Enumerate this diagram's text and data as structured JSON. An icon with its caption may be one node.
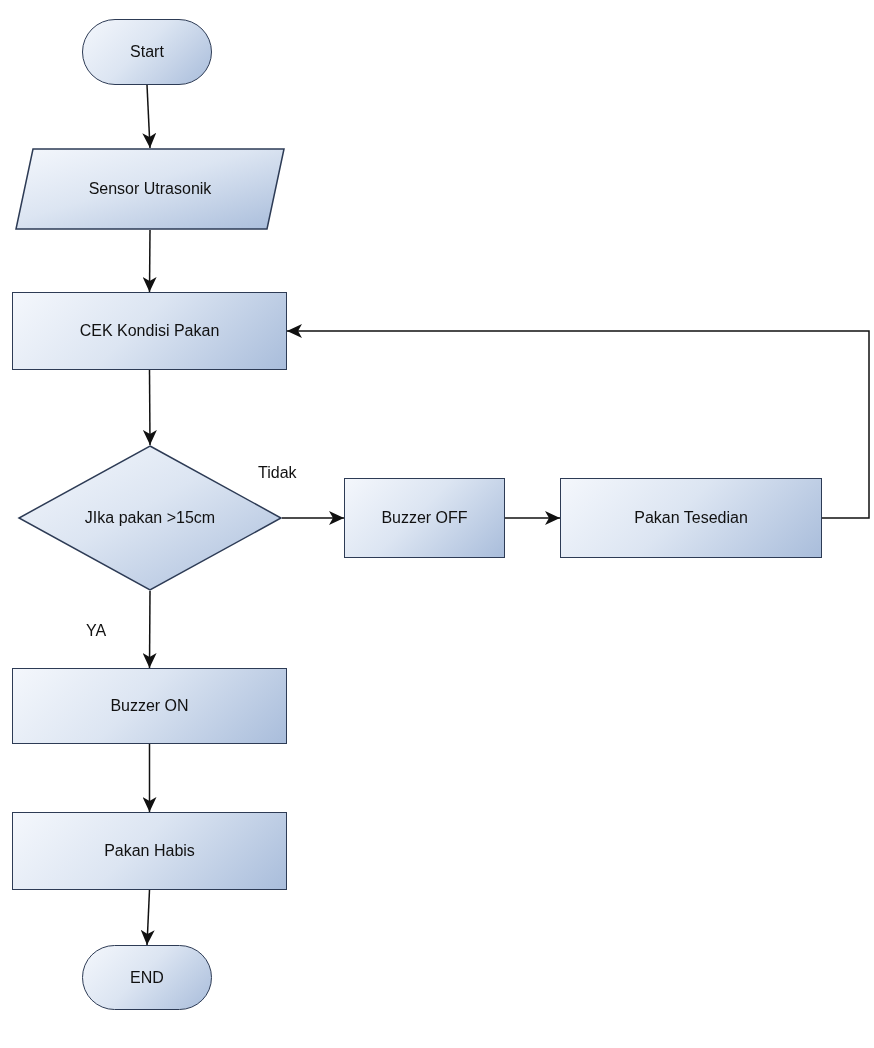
{
  "diagram": {
    "nodes": [
      {
        "text": [
          "Start"
        ]
      },
      {
        "text": [
          "Sensor Utrasonik"
        ]
      },
      {
        "text": [
          "CEK Kondisi Pakan"
        ]
      },
      {
        "text": [
          "JIka pakan >15cm"
        ]
      },
      {
        "text": [
          "Buzzer OFF"
        ]
      },
      {
        "text": [
          "Pakan Tesedian"
        ]
      },
      {
        "text": [
          "Buzzer ON"
        ]
      },
      {
        "text": [
          "Pakan Habis"
        ]
      },
      {
        "text": [
          "END"
        ]
      }
    ],
    "edges": [
      {
        "from": 0,
        "to": 1,
        "arrow": "to"
      },
      {
        "from": 1,
        "to": 2,
        "arrow": "to"
      },
      {
        "from": 2,
        "to": 3,
        "arrow": "to"
      },
      {
        "from": 3,
        "to": 4,
        "arrow": "to",
        "label": "Tidak"
      },
      {
        "from": 4,
        "to": 5,
        "arrow": "to"
      },
      {
        "from": 5,
        "to": 2,
        "arrow": "to"
      },
      {
        "from": 3,
        "to": 6,
        "arrow": "to",
        "label": "YA"
      },
      {
        "from": 6,
        "to": 7,
        "arrow": "to"
      },
      {
        "from": 7,
        "to": 8,
        "arrow": "to"
      }
    ]
  }
}
